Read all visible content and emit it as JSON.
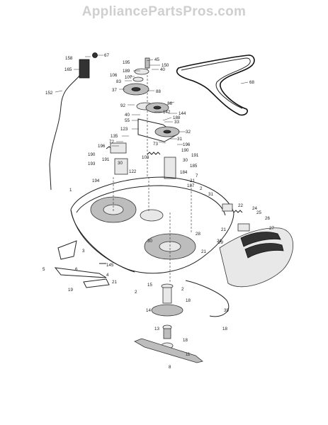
{
  "watermark": "AppliancePartsPros.com",
  "labels": {
    "p158": "158",
    "p67": "67",
    "p165": "165",
    "p152": "152",
    "p195": "195",
    "p45": "45",
    "p150": "150",
    "p189": "189",
    "p40": "40",
    "p106": "106",
    "p107": "107",
    "p83": "83",
    "p37": "37",
    "p88": "88",
    "p68": "68",
    "p36": "36",
    "p92": "92",
    "p142": "142",
    "p144": "144",
    "p40b": "40",
    "p188": "188",
    "p55": "55",
    "p33": "33",
    "p123": "123",
    "p32": "32",
    "p135": "135",
    "p31": "31",
    "p72": "72",
    "p73": "73",
    "p196a": "196",
    "p196b": "196",
    "p103": "103",
    "p190": "190",
    "p190b": "190",
    "p191": "191",
    "p191b": "191",
    "p193": "193",
    "p30a": "30",
    "p30b": "30",
    "p185": "185",
    "p122": "122",
    "p184": "184",
    "p7": "7",
    "p194": "194",
    "p21a": "21",
    "p187": "187",
    "p1": "1",
    "p2a": "2",
    "p31b": "31",
    "p22": "22",
    "p24": "24",
    "p25": "25",
    "p26": "26",
    "p21b": "21",
    "p27": "27",
    "p28": "28",
    "p30c": "30",
    "p21c": "21",
    "p21d": "21",
    "p29": "29",
    "p3": "3",
    "p6": "6",
    "p5": "5",
    "p145": "145",
    "p4": "4",
    "p21e": "21",
    "p19": "19",
    "p15": "15",
    "p2b": "2",
    "p2c": "2",
    "p18a": "18",
    "p39": "39",
    "p14": "14",
    "p18b": "18",
    "p13": "13",
    "p18c": "18",
    "p11": "11",
    "p8": "8"
  }
}
